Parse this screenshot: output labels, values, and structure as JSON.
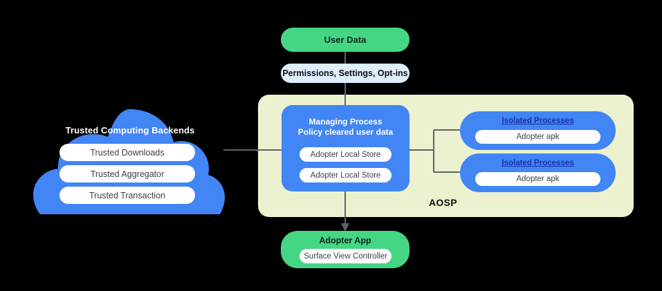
{
  "diagram": {
    "title": "AOSP Adopter architecture",
    "background_color": "#000000",
    "colors": {
      "blue": "#4285F4",
      "green": "#44D684",
      "light_blue": "#DDEEFF",
      "pale_yellow": "#ECF2CF",
      "wire": "#5F6368",
      "link_text": "#1A2FA8"
    }
  },
  "aosp": {
    "label": "AOSP"
  },
  "user_data": {
    "label": "User Data"
  },
  "permissions": {
    "label": "Permissions,  Settings, Opt-ins"
  },
  "cloud": {
    "title": "Trusted Computing Backends",
    "items": [
      {
        "label": "Trusted Downloads"
      },
      {
        "label": "Trusted Aggregator"
      },
      {
        "label": "Trusted Transaction"
      }
    ]
  },
  "managing_process": {
    "title_line1": "Managing Process",
    "title_line2": "Policy cleared user data",
    "stores": [
      {
        "label": "Adopter Local Store"
      },
      {
        "label": "Adopter Local Store"
      }
    ]
  },
  "isolated_processes": [
    {
      "title": "Isolated Processes",
      "apk": "Adopter apk"
    },
    {
      "title": "Isolated Processes",
      "apk": "Adopter apk"
    }
  ],
  "adopter_app": {
    "title": "Adopter App",
    "controller": "Surface View Controller"
  }
}
